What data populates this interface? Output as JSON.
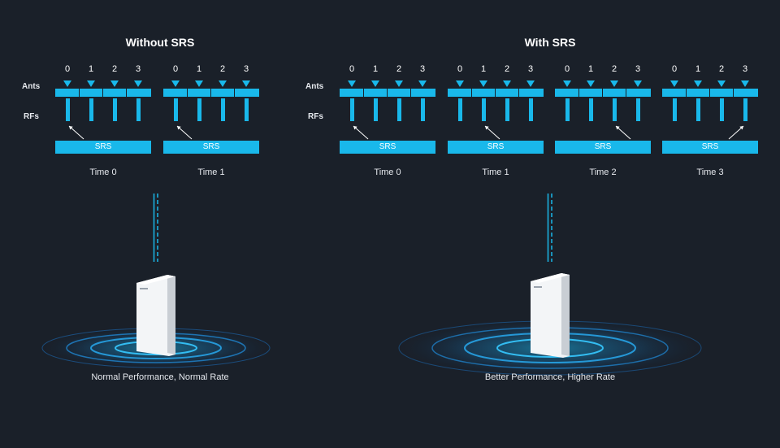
{
  "left_panel": {
    "title": "Without SRS",
    "ants_label": "Ants",
    "rfs_label": "RFs",
    "units": [
      {
        "time": "Time 0",
        "srs": "SRS",
        "ants": [
          "0",
          "1",
          "2",
          "3"
        ],
        "arrow_from_antenna": 0
      },
      {
        "time": "Time 1",
        "srs": "SRS",
        "ants": [
          "0",
          "1",
          "2",
          "3"
        ],
        "arrow_from_antenna": 0
      }
    ],
    "caption": "Normal Performance, Normal Rate"
  },
  "right_panel": {
    "title": "With SRS",
    "ants_label": "Ants",
    "rfs_label": "RFs",
    "units": [
      {
        "time": "Time 0",
        "srs": "SRS",
        "ants": [
          "0",
          "1",
          "2",
          "3"
        ],
        "arrow_from_antenna": 0
      },
      {
        "time": "Time 1",
        "srs": "SRS",
        "ants": [
          "0",
          "1",
          "2",
          "3"
        ],
        "arrow_from_antenna": 1
      },
      {
        "time": "Time 2",
        "srs": "SRS",
        "ants": [
          "0",
          "1",
          "2",
          "3"
        ],
        "arrow_from_antenna": 2
      },
      {
        "time": "Time 3",
        "srs": "SRS",
        "ants": [
          "0",
          "1",
          "2",
          "3"
        ],
        "arrow_from_antenna": 3
      }
    ],
    "caption": "Better Performance, Higher Rate"
  },
  "colors": {
    "background": "#1a2029",
    "accent": "#19b8ea",
    "text": "#ffffff",
    "router": "#f3f5f7"
  }
}
